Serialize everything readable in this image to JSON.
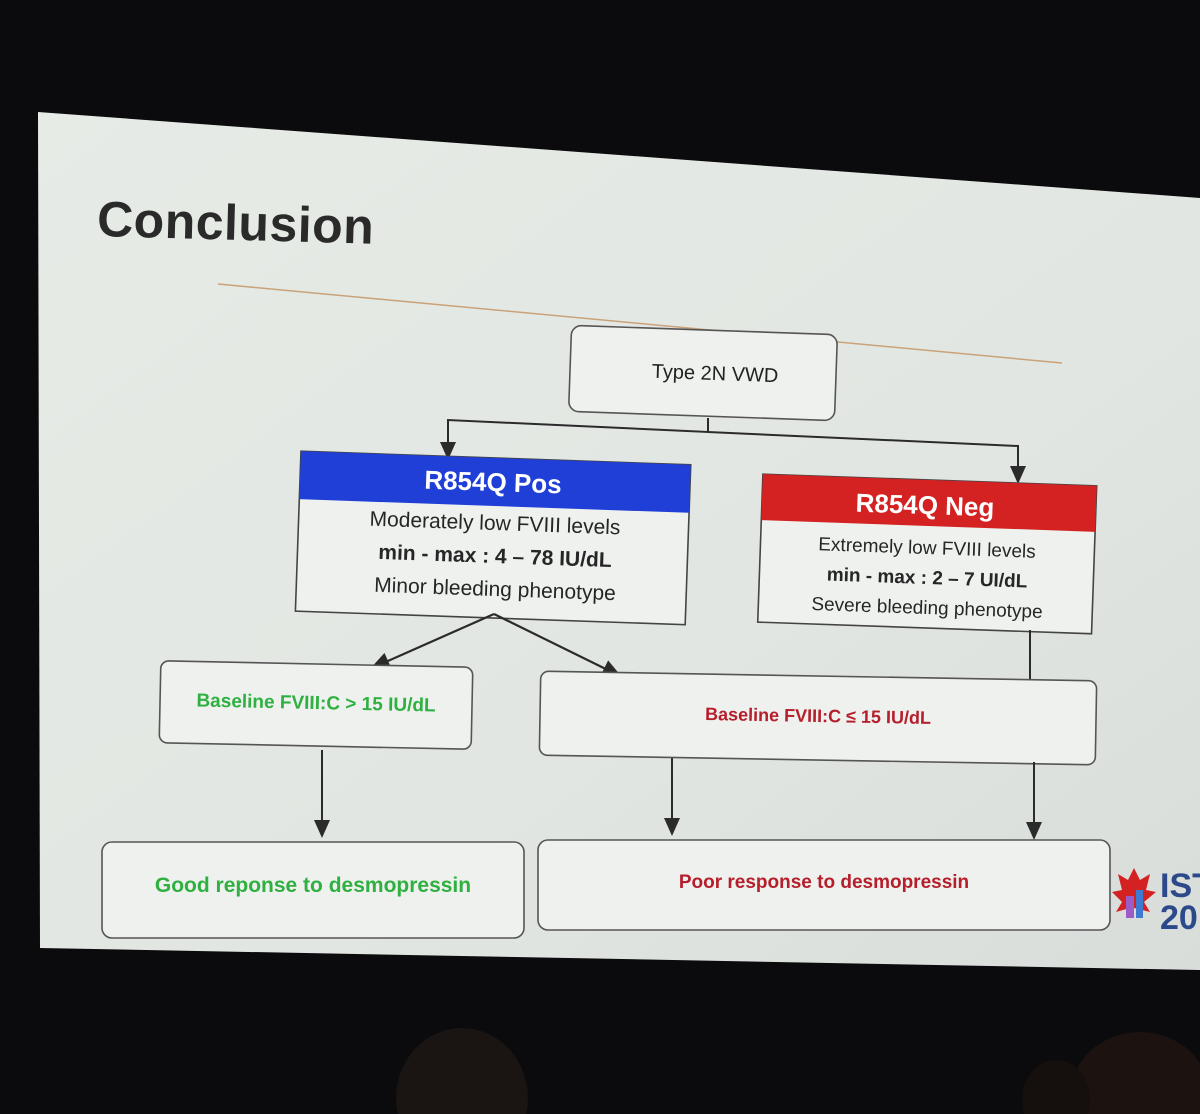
{
  "slide": {
    "title": "Conclusion",
    "root": "Type 2N VWD",
    "positive": {
      "header": "R854Q Pos",
      "line1": "Moderately low FVIII levels",
      "line2": "min - max : 4 – 78 IU/dL",
      "line3": "Minor bleeding phenotype"
    },
    "negative": {
      "header": "R854Q Neg",
      "line1": "Extremely low FVIII levels",
      "line2": "min - max : 2 – 7 UI/dL",
      "line3": "Severe bleeding phenotype"
    },
    "baseline_high": "Baseline FVIII:C > 15 IU/dL",
    "baseline_low": "Baseline FVIII:C ≤ 15 IU/dL",
    "good_response": "Good reponse to desmopressin",
    "poor_response": "Poor response to desmopressin",
    "logo": "IST 20"
  },
  "colors": {
    "blue_header": "#1f3fd6",
    "red_header": "#d42222",
    "green_text": "#2fb040",
    "red_text": "#b51e2b",
    "rule": "#c9a27a"
  }
}
